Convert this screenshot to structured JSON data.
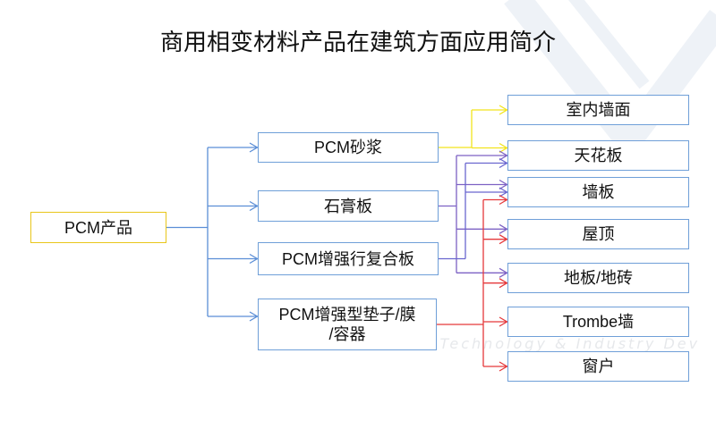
{
  "title": "商用相变材料产品在建筑方面应用简介",
  "root": {
    "label": "PCM产品"
  },
  "products": [
    {
      "label": "PCM砂浆",
      "link_color": "#f2e41c",
      "targets": [
        "室内墙面",
        "天花板"
      ]
    },
    {
      "label": "石膏板",
      "link_color": "#7d62c4",
      "targets": [
        "天花板",
        "墙板",
        "屋顶",
        "地板/地砖"
      ]
    },
    {
      "label": "PCM增强行复合板",
      "link_color": "#6a66cf",
      "targets": [
        "天花板",
        "墙板"
      ]
    },
    {
      "lines": [
        "PCM增强型垫子/膜",
        "/容器"
      ],
      "link_color": "#e5393b",
      "targets": [
        "墙板",
        "屋顶",
        "地板/地砖",
        "Trombe墙",
        "窗户"
      ]
    }
  ],
  "applications": [
    {
      "label": "室内墙面"
    },
    {
      "label": "天花板"
    },
    {
      "label": "墙板"
    },
    {
      "label": "屋顶"
    },
    {
      "label": "地板/地砖"
    },
    {
      "label": "Trombe墙"
    },
    {
      "label": "窗户"
    }
  ],
  "colors": {
    "box_border": "#6f9fd8",
    "root_border": "#e8c61a",
    "tree_line": "#5b8ed6"
  },
  "watermark": {
    "text": "w Pioneer Technology & Industry Dev"
  }
}
